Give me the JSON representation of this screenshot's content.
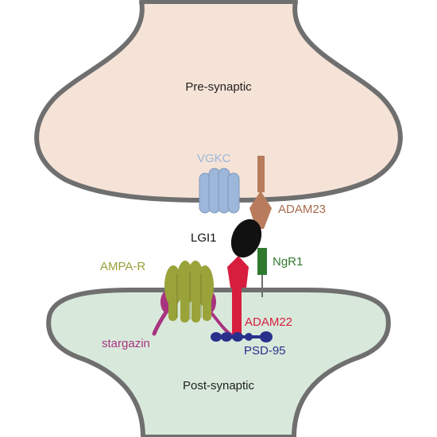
{
  "regions": {
    "pre_synaptic": "Pre-synaptic",
    "post_synaptic": "Post-synaptic"
  },
  "proteins": {
    "vgkc": "VGKC",
    "adam23": "ADAM23",
    "lgi1": "LGI1",
    "ngr1": "NgR1",
    "ampa_r": "AMPA-R",
    "adam22": "ADAM22",
    "stargazin": "stargazin",
    "psd95": "PSD-95"
  },
  "colors": {
    "pre_fill": "#f6e3d7",
    "post_fill": "#d8e9db",
    "membrane": "#6f6f6f",
    "vgkc": "#9db7db",
    "adam23": "#b87c5c",
    "lgi1": "#111111",
    "ngr1": "#2f7a2f",
    "ampa_r": "#9aa23a",
    "adam22": "#d81e3f",
    "stargazin": "#a8347f",
    "psd95": "#28308c"
  }
}
